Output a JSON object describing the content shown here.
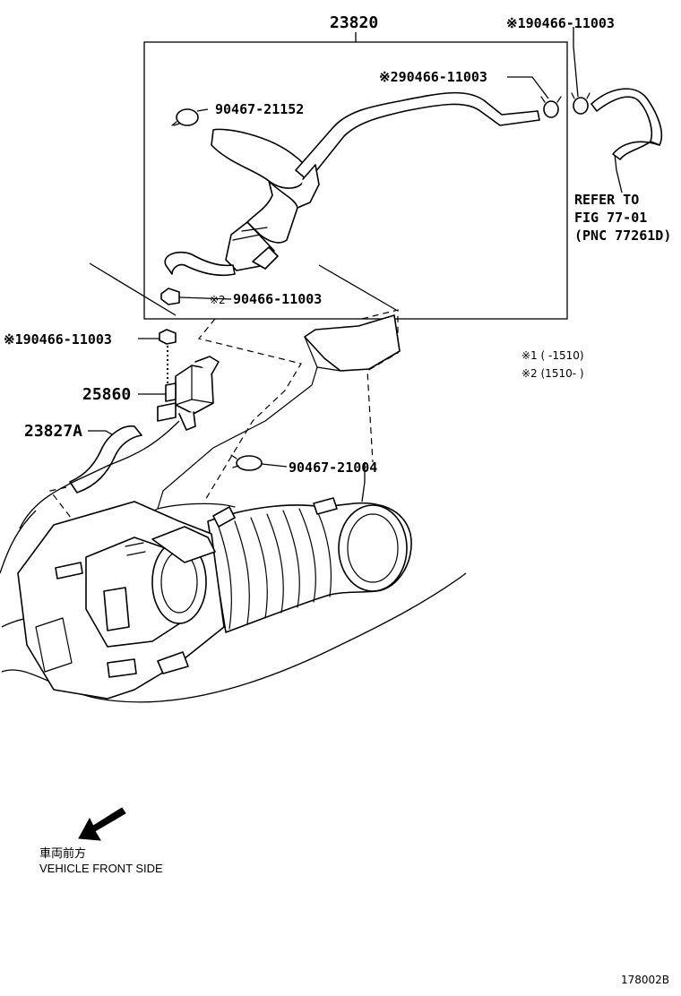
{
  "parts": {
    "assembly": "23820",
    "clamp_top_right": "※190466-11003",
    "clamp_upper": "※290466-11003",
    "clip_upper": "90467-21152",
    "clamp_lower": "90466-11003",
    "clamp_lower_mark": "※2",
    "clamp_left": "※190466-11003",
    "valve": "25860",
    "hose": "23827A",
    "clip_lower": "90467-21004"
  },
  "refer": {
    "line1": "REFER TO",
    "line2": "FIG 77-01",
    "line3": "(PNC 77261D)"
  },
  "notes": {
    "note1": "※1 (      -1510)",
    "note2": "※2 (1510-      )"
  },
  "front": {
    "jp": "車両前方",
    "en": "VEHICLE FRONT SIDE"
  },
  "figure_id": "178002B"
}
